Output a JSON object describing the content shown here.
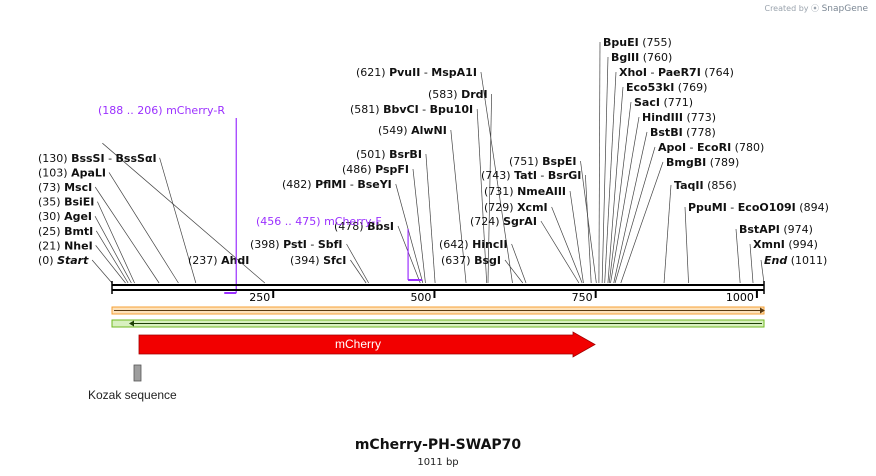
{
  "header": {
    "created_by": "Created by",
    "brand": "SnapGene"
  },
  "plasmid": {
    "name": "mCherry-PH-SWAP70",
    "length_text": "1011 bp",
    "length": 1011
  },
  "colors": {
    "line": "#000000",
    "primer": "#9b30ff",
    "ruler_orange": "#f6a035",
    "ruler_green": "#6fba1f",
    "feature_red": "#f20000",
    "kozak_gray": "#9e9e9e",
    "site_line": "#333333"
  },
  "ticks": [
    {
      "pos": 250,
      "label": "250"
    },
    {
      "pos": 500,
      "label": "500"
    },
    {
      "pos": 750,
      "label": "750"
    },
    {
      "pos": 1000,
      "label": "1000"
    }
  ],
  "left_sites": [
    {
      "pos": "(0)",
      "name": "Start",
      "italic": true,
      "bp": 0
    },
    {
      "pos": "(21)",
      "name": "NheI",
      "bp": 21
    },
    {
      "pos": "(25)",
      "name": "BmtI",
      "bp": 25
    },
    {
      "pos": "(30)",
      "name": "AgeI",
      "bp": 30
    },
    {
      "pos": "(35)",
      "name": "BsiEI",
      "bp": 35
    },
    {
      "pos": "(73)",
      "name": "MscI",
      "bp": 73
    },
    {
      "pos": "(103)",
      "name": "ApaLI",
      "bp": 103
    },
    {
      "pos": "(130)",
      "name": "BssSI",
      "name2": "BssSαI",
      "bp": 130
    },
    {
      "pos": "(237)",
      "name": "AhdI",
      "bp": 237
    }
  ],
  "middle_sites": [
    {
      "pos": "(398)",
      "name": "PstI",
      "name2": "SbfI",
      "bp": 398
    },
    {
      "pos": "(394)",
      "name": "SfcI",
      "bp": 394
    },
    {
      "pos": "(478)",
      "name": "BbsI",
      "bp": 478
    },
    {
      "pos": "(482)",
      "name": "PflMI",
      "name2": "BseYI",
      "bp": 482
    },
    {
      "pos": "(486)",
      "name": "PspFI",
      "bp": 486
    },
    {
      "pos": "(501)",
      "name": "BsrBI",
      "bp": 501
    },
    {
      "pos": "(549)",
      "name": "AlwNI",
      "bp": 549
    },
    {
      "pos": "(581)",
      "name": "BbvCI",
      "name2": "Bpu10I",
      "bp": 581
    },
    {
      "pos": "(583)",
      "name": "DrdI",
      "bp": 583
    },
    {
      "pos": "(621)",
      "name": "PvuII",
      "name2": "MspA1I",
      "bp": 621
    },
    {
      "pos": "(637)",
      "name": "BsgI",
      "bp": 637
    },
    {
      "pos": "(642)",
      "name": "HincII",
      "bp": 642
    },
    {
      "pos": "(724)",
      "name": "SgrAI",
      "bp": 724
    },
    {
      "pos": "(729)",
      "name": "XcmI",
      "bp": 729
    },
    {
      "pos": "(731)",
      "name": "NmeAIII",
      "bp": 731
    },
    {
      "pos": "(743)",
      "name": "TatI",
      "name2": "BsrGI",
      "bp": 743
    },
    {
      "pos": "(751)",
      "name": "BspEI",
      "bp": 751
    }
  ],
  "right_sites": [
    {
      "pos": "(755)",
      "name": "BpuEI",
      "bp": 755
    },
    {
      "pos": "(760)",
      "name": "BglII",
      "bp": 760
    },
    {
      "pos": "(764)",
      "name": "XhoI",
      "name2": "PaeR7I",
      "bp": 764
    },
    {
      "pos": "(769)",
      "name": "Eco53kI",
      "bp": 769
    },
    {
      "pos": "(771)",
      "name": "SacI",
      "bp": 771
    },
    {
      "pos": "(773)",
      "name": "HindIII",
      "bp": 773
    },
    {
      "pos": "(778)",
      "name": "BstBI",
      "bp": 778
    },
    {
      "pos": "(780)",
      "name": "ApoI",
      "name2": "EcoRI",
      "bp": 780
    },
    {
      "pos": "(789)",
      "name": "BmgBI",
      "bp": 789
    },
    {
      "pos": "(856)",
      "name": "TaqII",
      "bp": 856
    },
    {
      "pos": "(894)",
      "name": "PpuMI",
      "name2": "EcoO109I",
      "bp": 894
    },
    {
      "pos": "(974)",
      "name": "BstAPI",
      "bp": 974
    },
    {
      "pos": "(994)",
      "name": "XmnI",
      "bp": 994
    },
    {
      "pos": "(1011)",
      "name": "End",
      "italic": true,
      "bp": 1011
    }
  ],
  "primers": [
    {
      "range": "(188 .. 206)",
      "name": "mCherry-R",
      "start": 188,
      "end": 206,
      "direction": "reverse"
    },
    {
      "range": "(456 .. 475)",
      "name": "mCherry-F",
      "start": 456,
      "end": 475,
      "direction": "forward"
    }
  ],
  "features": [
    {
      "name": "mCherry",
      "start": 45,
      "end": 756,
      "direction": "forward"
    },
    {
      "name": "Kozak sequence",
      "start": 35,
      "end": 44
    }
  ]
}
